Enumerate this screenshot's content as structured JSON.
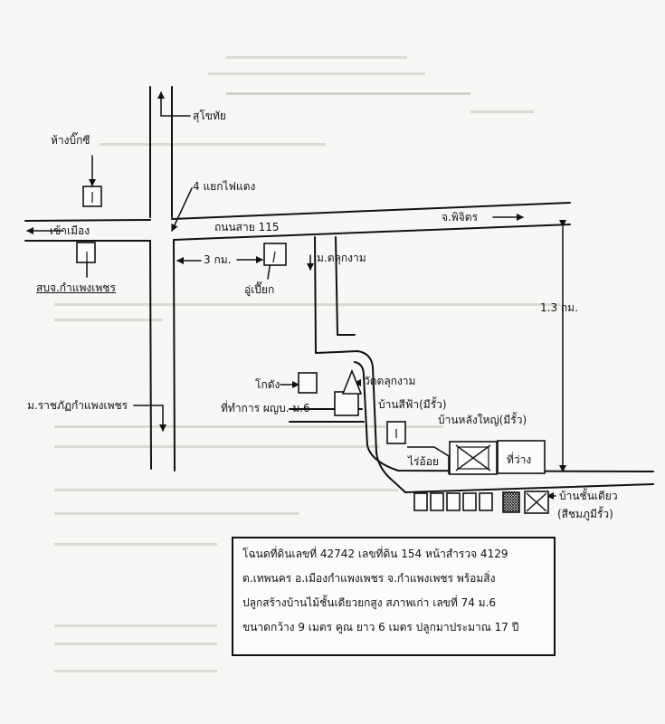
{
  "map_labels": {
    "bigc": "ห้างบิ๊กซี",
    "sukhothai": "สุโขทัย",
    "intersection": "4 แยกไฟแดง",
    "to_city": "เข้าเมือง",
    "road_115": "ถนนสาย 115",
    "phichit": "จ.พิจิตร",
    "km3": "3 กม.",
    "moo_talukngam": "ม.ตลุกงาม",
    "office": "สบจ.กำแพงเพชร",
    "garage": "อู่เปี๊ยก",
    "km13": "1.3 กม.",
    "kotang": "โกดัง",
    "temple": "วัดตลุกงาม",
    "university": "ม.ราชภัฏกำแพงเพชร",
    "headman_office": "ที่ทำการ ผญบ. ม.6",
    "blue_house": "บ้านสีฟ้า(มีรั้ว)",
    "big_house": "บ้านหลังใหญ่(มีรั้ว)",
    "sugarcane": "ไร่อ้อย",
    "vacant": "ที่ว่าง",
    "single_house": "บ้านชั้นเดียว",
    "pink_fence": "(สีชมภูมีรั้ว)"
  },
  "note": {
    "line1": "โฉนดที่ดินเลขที่ 42742 เลขที่ดิน 154 หน้าสำรวจ 4129",
    "line2": "ต.เทพนคร อ.เมืองกำแพงเพชร จ.กำแพงเพชร พร้อมสิ่ง",
    "line3": "ปลูกสร้างบ้านไม้ชั้นเดียวยกสูง สภาพเก่า เลขที่ 74 ม.6",
    "line4": "ขนาดกว้าง 9 เมตร คูณ ยาว 6 เมตร ปลูกมาประมาณ 17 ปี"
  }
}
